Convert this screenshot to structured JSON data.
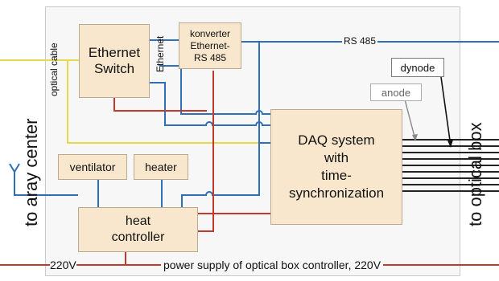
{
  "side_labels": {
    "left": "to aray center",
    "right": "to optical box"
  },
  "wire_labels": {
    "optical_cable": "optical cable",
    "ethernet": "Ethernet",
    "rs485": "RS 485",
    "v220_left": "220V",
    "power_supply": "power supply of optical box controller, 220V"
  },
  "blocks": {
    "ethernet_switch": [
      "Ethernet",
      "Switch"
    ],
    "konverter": [
      "konverter",
      "Ethernet-",
      "RS 485"
    ],
    "daq": [
      "DAQ system",
      "with",
      "time-",
      "synchronization"
    ],
    "ventilator": "ventilator",
    "heater": "heater",
    "heat_controller": [
      "heat",
      "controller"
    ]
  },
  "callouts": {
    "dynode": "dynode",
    "anode": "anode"
  },
  "colors": {
    "rs485_wire": "#2f6fb5",
    "ethernet_wire": "#2f6fb5",
    "optical_wire": "#e7d84a",
    "power_wire": "#c0392b",
    "signal_wire": "#222222"
  }
}
